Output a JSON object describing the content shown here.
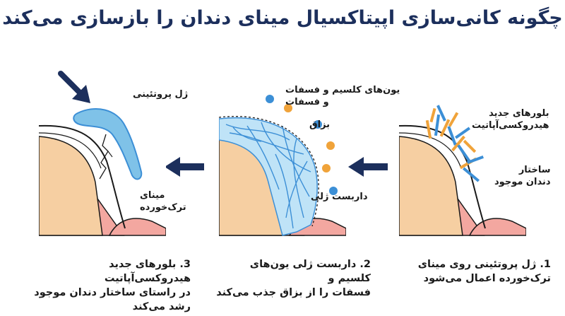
{
  "title": "چگونه کانی‌سازی اپیتاکسیال مینای دندان را بازسازی می‌کند",
  "panel_left": {
    "label_crystals_1": "بلورهای جدید",
    "label_crystals_2": "هیدروکسی‌آپاتیت",
    "label_structure_1": "ساختار",
    "label_structure_2": "دندان موجود",
    "caption_1": "1. ژل پروتئینی روی مینای",
    "caption_2": "ترک‌خورده اعمال می‌شود"
  },
  "panel_middle": {
    "label_ions_1": "یون‌های کلسیم و فسفات",
    "label_ions_2": "و فسفات",
    "label_saliva": "بزاق",
    "label_scaffold": "داربست ژلی",
    "caption_1": "2. داربست ژلی یون‌های کلسیم و",
    "caption_2": "فسفات را از بزاق جذب می‌کند"
  },
  "panel_right": {
    "label_gel": "ژل پروتئینی",
    "label_enamel_1": "مینای",
    "label_enamel_2": "ترک‌خورده",
    "caption_1": "3. بلورهای جدید هیدروکسی‌آپاتیت",
    "caption_2": "در راستای ساختار دندان موجود",
    "caption_3": "رشد می‌کند"
  },
  "colors": {
    "title": "#1c2f5c",
    "navy_arrow": "#1c2f5c",
    "dentin": "#f6cfa2",
    "gum": "#f3a7a0",
    "gel": "#7fc2e8",
    "ion_blue": "#3c8fd6",
    "ion_orange": "#f0a33a"
  }
}
